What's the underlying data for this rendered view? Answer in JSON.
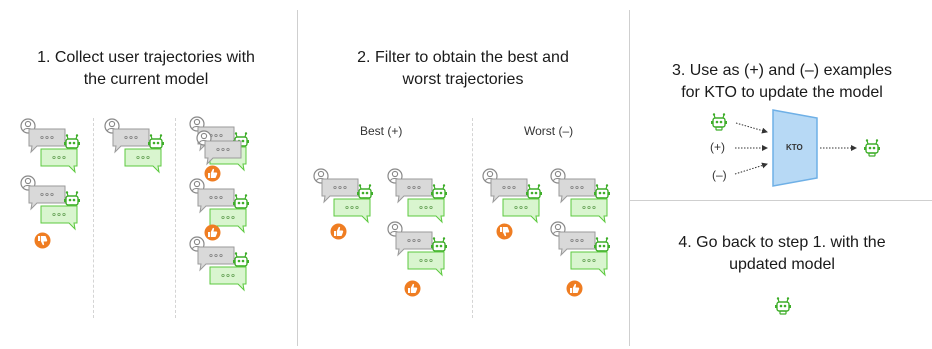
{
  "panels": {
    "step1": {
      "title": "1. Collect user trajectories with\nthe current model"
    },
    "step2": {
      "title": "2. Filter to obtain the best and\nworst trajectories",
      "best_label": "Best (+)",
      "worst_label": "Worst (–)"
    },
    "step3": {
      "title": "3. Use as (+) and (–) examples\nfor KTO to update the model",
      "plus": "(+)",
      "minus": "(–)",
      "kto": "KTO"
    },
    "step4": {
      "title": "4. Go back to step 1. with the\nupdated model"
    }
  },
  "icons": {
    "user": "user-icon",
    "robot": "robot-icon",
    "thumbs_up": "thumbs-up-icon",
    "thumbs_down": "thumbs-down-icon",
    "bubble": "chat-bubble-icon"
  },
  "colors": {
    "robot": "#3fae2a",
    "bot_bubble_fill": "#d9f5cf",
    "bot_bubble_stroke": "#5cc93f",
    "user_bubble_fill": "#d9d9d9",
    "user_bubble_stroke": "#9a9a9a",
    "feedback": "#ef7d22",
    "kto_fill": "#b7d9f5",
    "kto_stroke": "#6fb0e6"
  }
}
